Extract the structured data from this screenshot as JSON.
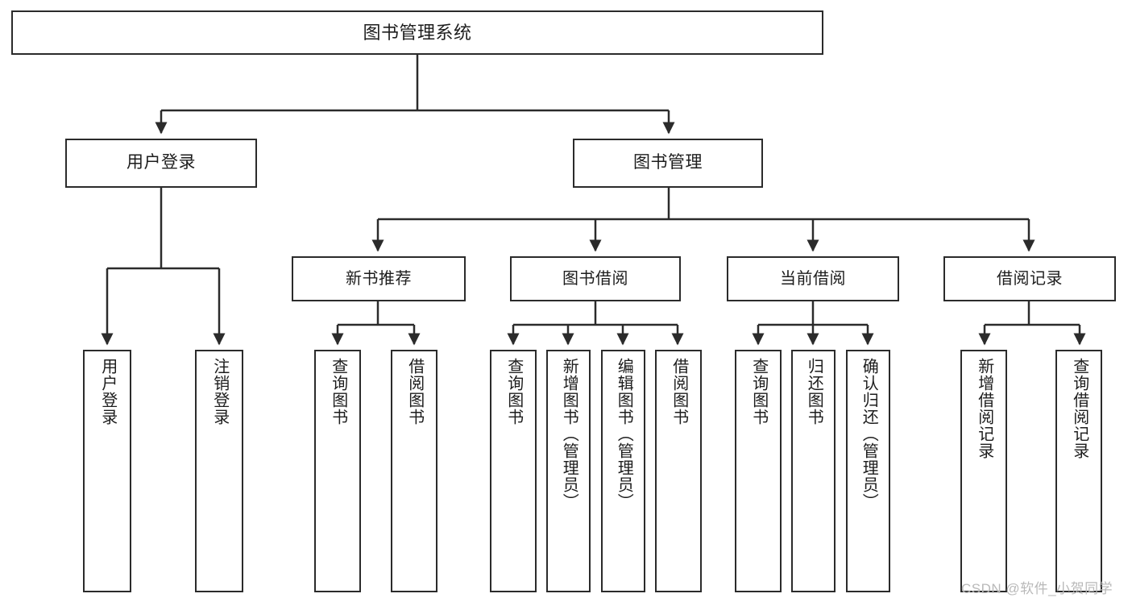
{
  "diagram": {
    "title": "图书管理系统",
    "type": "hierarchy-tree",
    "root": {
      "label": "图书管理系统"
    },
    "level2": [
      {
        "label": "用户登录"
      },
      {
        "label": "图书管理"
      }
    ],
    "level3": [
      {
        "label": "新书推荐"
      },
      {
        "label": "图书借阅"
      },
      {
        "label": "当前借阅"
      },
      {
        "label": "借阅记录"
      }
    ],
    "leaves": {
      "user_login": [
        {
          "label": "用户登录"
        },
        {
          "label": "注销登录"
        }
      ],
      "new_book_recommend": [
        {
          "label": "查询图书"
        },
        {
          "label": "借阅图书"
        }
      ],
      "book_borrow": [
        {
          "label": "查询图书"
        },
        {
          "label": "新增图书（管理员）"
        },
        {
          "label": "编辑图书（管理员）"
        },
        {
          "label": "借阅图书"
        }
      ],
      "current_borrow": [
        {
          "label": "查询图书"
        },
        {
          "label": "归还图书"
        },
        {
          "label": "确认归还（管理员）"
        }
      ],
      "borrow_record": [
        {
          "label": "新增借阅记录"
        },
        {
          "label": "查询借阅记录"
        }
      ]
    }
  },
  "watermark": {
    "text": "CSDN @软件_小贺同学"
  },
  "colors": {
    "stroke": "#2b2b2b",
    "background": "#ffffff",
    "text": "#1d1d1d",
    "watermark": "#b9b9b9"
  }
}
